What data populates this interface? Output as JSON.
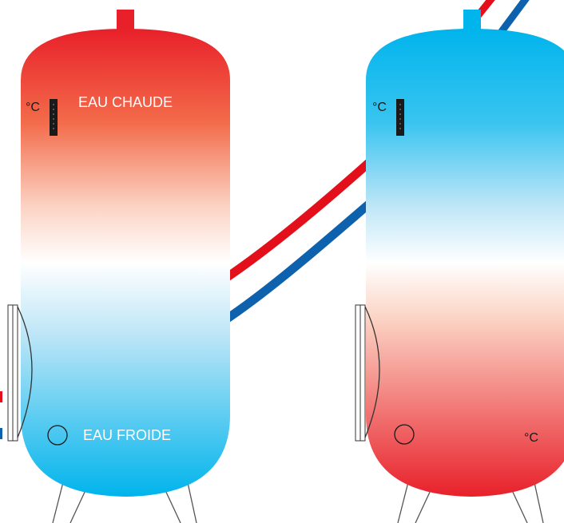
{
  "colors": {
    "hot": "#e8202a",
    "hot_mid": "#f36b4a",
    "pale_hot": "#fbd3c4",
    "cold": "#00b4ec",
    "pale_cold": "#bfe6f7",
    "pipe_red": "#e30f1b",
    "pipe_blue": "#0e62ad",
    "outline": "#3a3a3a",
    "thermometer": "#1a1a1a"
  },
  "left_tank": {
    "top_label": "EAU CHAUDE",
    "bottom_label": "EAU FROIDE",
    "unit_label": "°C"
  },
  "right_tank": {
    "unit_label_top": "°C",
    "unit_label_bottom": "°C"
  },
  "icons": [
    "thermometer-icon",
    "probe-circle-icon",
    "heat-exchanger-icon"
  ]
}
